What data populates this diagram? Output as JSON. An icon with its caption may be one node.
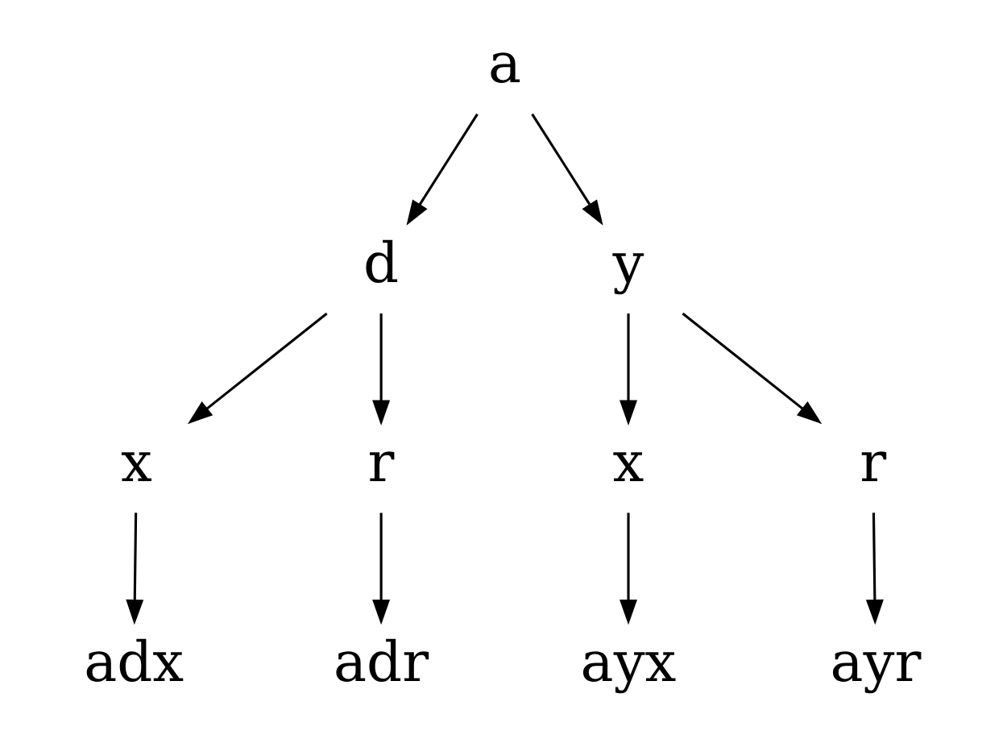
{
  "diagram": {
    "nodes": [
      {
        "text": [
          "a"
        ]
      },
      {
        "text": [
          "d"
        ]
      },
      {
        "text": [
          "y"
        ]
      },
      {
        "text": [
          "x"
        ]
      },
      {
        "text": [
          "r"
        ]
      },
      {
        "text": [
          "x"
        ]
      },
      {
        "text": [
          "r"
        ]
      },
      {
        "text": [
          "adx"
        ]
      },
      {
        "text": [
          "adr"
        ]
      },
      {
        "text": [
          "ayx"
        ]
      },
      {
        "text": [
          "ayr"
        ]
      }
    ],
    "edges": [
      {
        "from": 0,
        "to": 1,
        "arrow": "to"
      },
      {
        "from": 0,
        "to": 2,
        "arrow": "to"
      },
      {
        "from": 1,
        "to": 3,
        "arrow": "to"
      },
      {
        "from": 1,
        "to": 4,
        "arrow": "to"
      },
      {
        "from": 2,
        "to": 5,
        "arrow": "to"
      },
      {
        "from": 2,
        "to": 6,
        "arrow": "to"
      },
      {
        "from": 3,
        "to": 7,
        "arrow": "to"
      },
      {
        "from": 4,
        "to": 8,
        "arrow": "to"
      },
      {
        "from": 5,
        "to": 9,
        "arrow": "to"
      },
      {
        "from": 6,
        "to": 10,
        "arrow": "to"
      }
    ]
  }
}
